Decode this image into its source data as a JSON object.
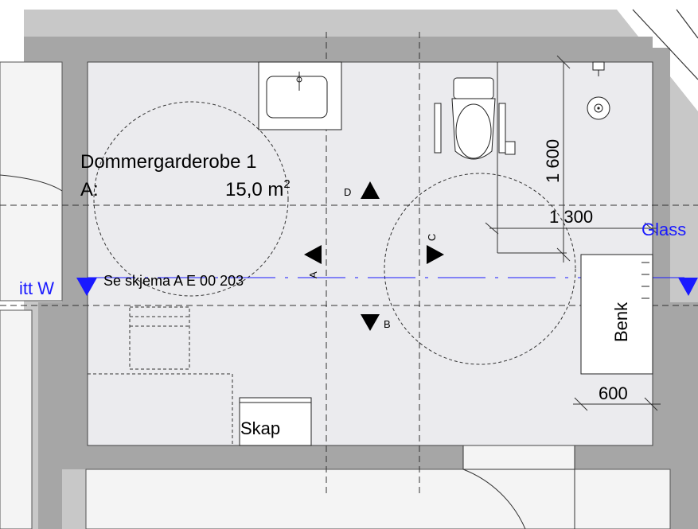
{
  "room": {
    "name": "Dommergarderobe 1",
    "area_label": "A:",
    "area_value": "15,0 m",
    "area_unit_sup": "2"
  },
  "fixtures": {
    "bench_label": "Benk",
    "cabinet_label": "Skap"
  },
  "section_marks": {
    "a_letter": "A",
    "b_letter": "B",
    "c_letter": "C",
    "d_letter": "D",
    "reference_note": "Se skjema A E 00 203"
  },
  "dimensions": {
    "vertical_1600": "1 600",
    "horizontal_1300": "1 300",
    "horizontal_600": "600"
  },
  "sections": {
    "left_label": "itt W",
    "right_label": "Glass"
  },
  "colors": {
    "floor": "#ebebee",
    "wall": "#a6a6a6",
    "outside": "#c8c8c8",
    "section_line": "#1a1aff"
  }
}
